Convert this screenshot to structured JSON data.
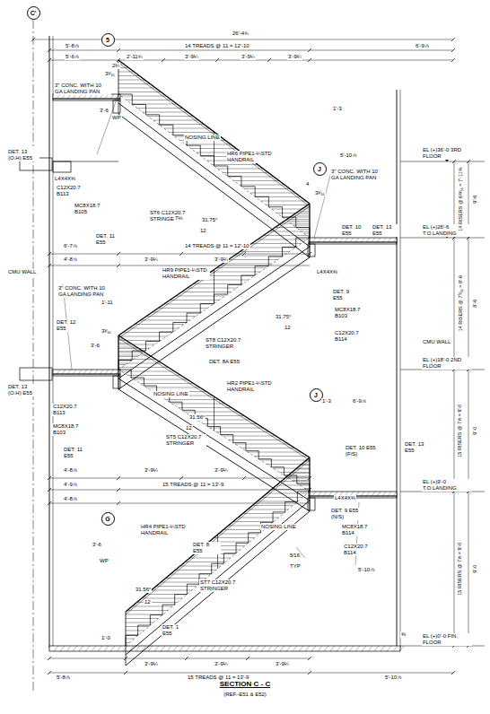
{
  "diagram": {
    "title": "SECTION C - C",
    "caption": "(REF.-E51 & E52)",
    "nodes": [
      {
        "text": [
          "C'"
        ]
      },
      {
        "text": [
          "5"
        ]
      },
      {
        "text": [
          "J"
        ]
      },
      {
        "text": [
          "J"
        ]
      },
      {
        "text": [
          "G"
        ]
      }
    ],
    "labels": [
      "26'-4¾",
      "5'-8⅞",
      "14 TREADS @ 11 = 12'-10",
      "6'-9⅞",
      "5'-6⅞",
      "2'-11¾",
      "3'-9¼",
      "3'-9¼",
      "3'-9¼",
      "2¼",
      "3³⁄₁₆",
      "3\" CONC. WITH 10 GA LANDING PAN",
      "3'-6",
      "WP",
      "1'-3",
      "NOSING LINE",
      "HR6 PIPE1-¼STD HANDRAIL",
      "DET. 13 (O.H) E55",
      "L4X4X⅜",
      "C12X20.7 B113",
      "MC8X18.7 B105",
      "ST6 C12X20.7 STRINGER",
      "DET. 11 E55",
      "7⅛",
      "31.75°",
      "12",
      "EL (+)36'-0 3RD FLOOR",
      "3\" CONC. WITH 10 GA LANDING PAN",
      "5'-10⅞",
      "4",
      "3³⁄₁₆",
      "DET. 10 E55",
      "DET. 13 E55",
      "EL (+)26'-6 T.O.LANDING",
      "14 TREADS @ 11 = 12'-10",
      "6'-7⅞",
      "CMU WALL",
      "4'-8⅞",
      "3'-9¼",
      "3'-9¼",
      "HR9 PIPE1-¼STD HANDRAIL",
      "3\" CONC. WITH 10 GA LANDING PAN",
      "1'-11",
      "L4X4X⅜",
      "DET. 9 E55",
      "MC8X18.7 B103",
      "C12X20.7 B114",
      "CMU WALL",
      "14 RISERS @ 6¹³⁄₁₆ = 7'-11⅜",
      "9'-6",
      "14 RISERS @ 7⁵⁄₁₆ = 8'-6",
      "8'-6",
      "15 RISERS @ 7⅕ = 9'-0",
      "9'-0",
      "15 RISERS @ 7⅕ = 9'-0",
      "9'-0",
      "DET. 12 E55",
      "3³⁄₁₆",
      "ST8 C12X20.7 STRINGER",
      "31.75°",
      "12",
      "DET. 8A E55",
      "3'-6",
      "EL (+)18'-0 2ND FLOOR",
      "DET. 13 (O.H) E55",
      "C12X20.7 B113",
      "MC8X18.7 B103",
      "DET. 11 E55",
      "NOSING LINE",
      "HR2 PIPE1-¼STD HANDRAIL",
      "ST5 C12X20.7 STRINGER",
      "31.56°",
      "12",
      "1'-3",
      "6'-9⅞",
      "DET. 10 E55 (F/S)",
      "DET. 13 E55",
      "EL (+)9'-0 T.O.LANDING",
      "4'-8⅞",
      "3'-9¼",
      "3'-9¼",
      "4'-9⅞",
      "15 TREADS @ 11 = 13'-9",
      "4'-8⅞",
      "HR4 PIPE1-¼STD HANDRAIL",
      "L4X4X⅜",
      "DET. 9 E55 (N/S)",
      "NOSING LINE",
      "MC8X18.7 B114",
      "C12X20.7 B114",
      "5'-10⅞",
      "3'-6",
      "WP",
      "DET. 8 E55",
      "5⁄16",
      "TYP",
      "ST7 C12X20.7 STRINGER",
      "31.56°",
      "12",
      "DET. 1 E55",
      "1'-0",
      "EL (+)0'-0 FIN. FLOOR",
      "3'-9¼",
      "3'-9¼",
      "3'-9¼",
      "5'-8⅞",
      "15 TREADS @ 11 = 13'-9",
      "5'-10⅞",
      "⅜"
    ]
  }
}
